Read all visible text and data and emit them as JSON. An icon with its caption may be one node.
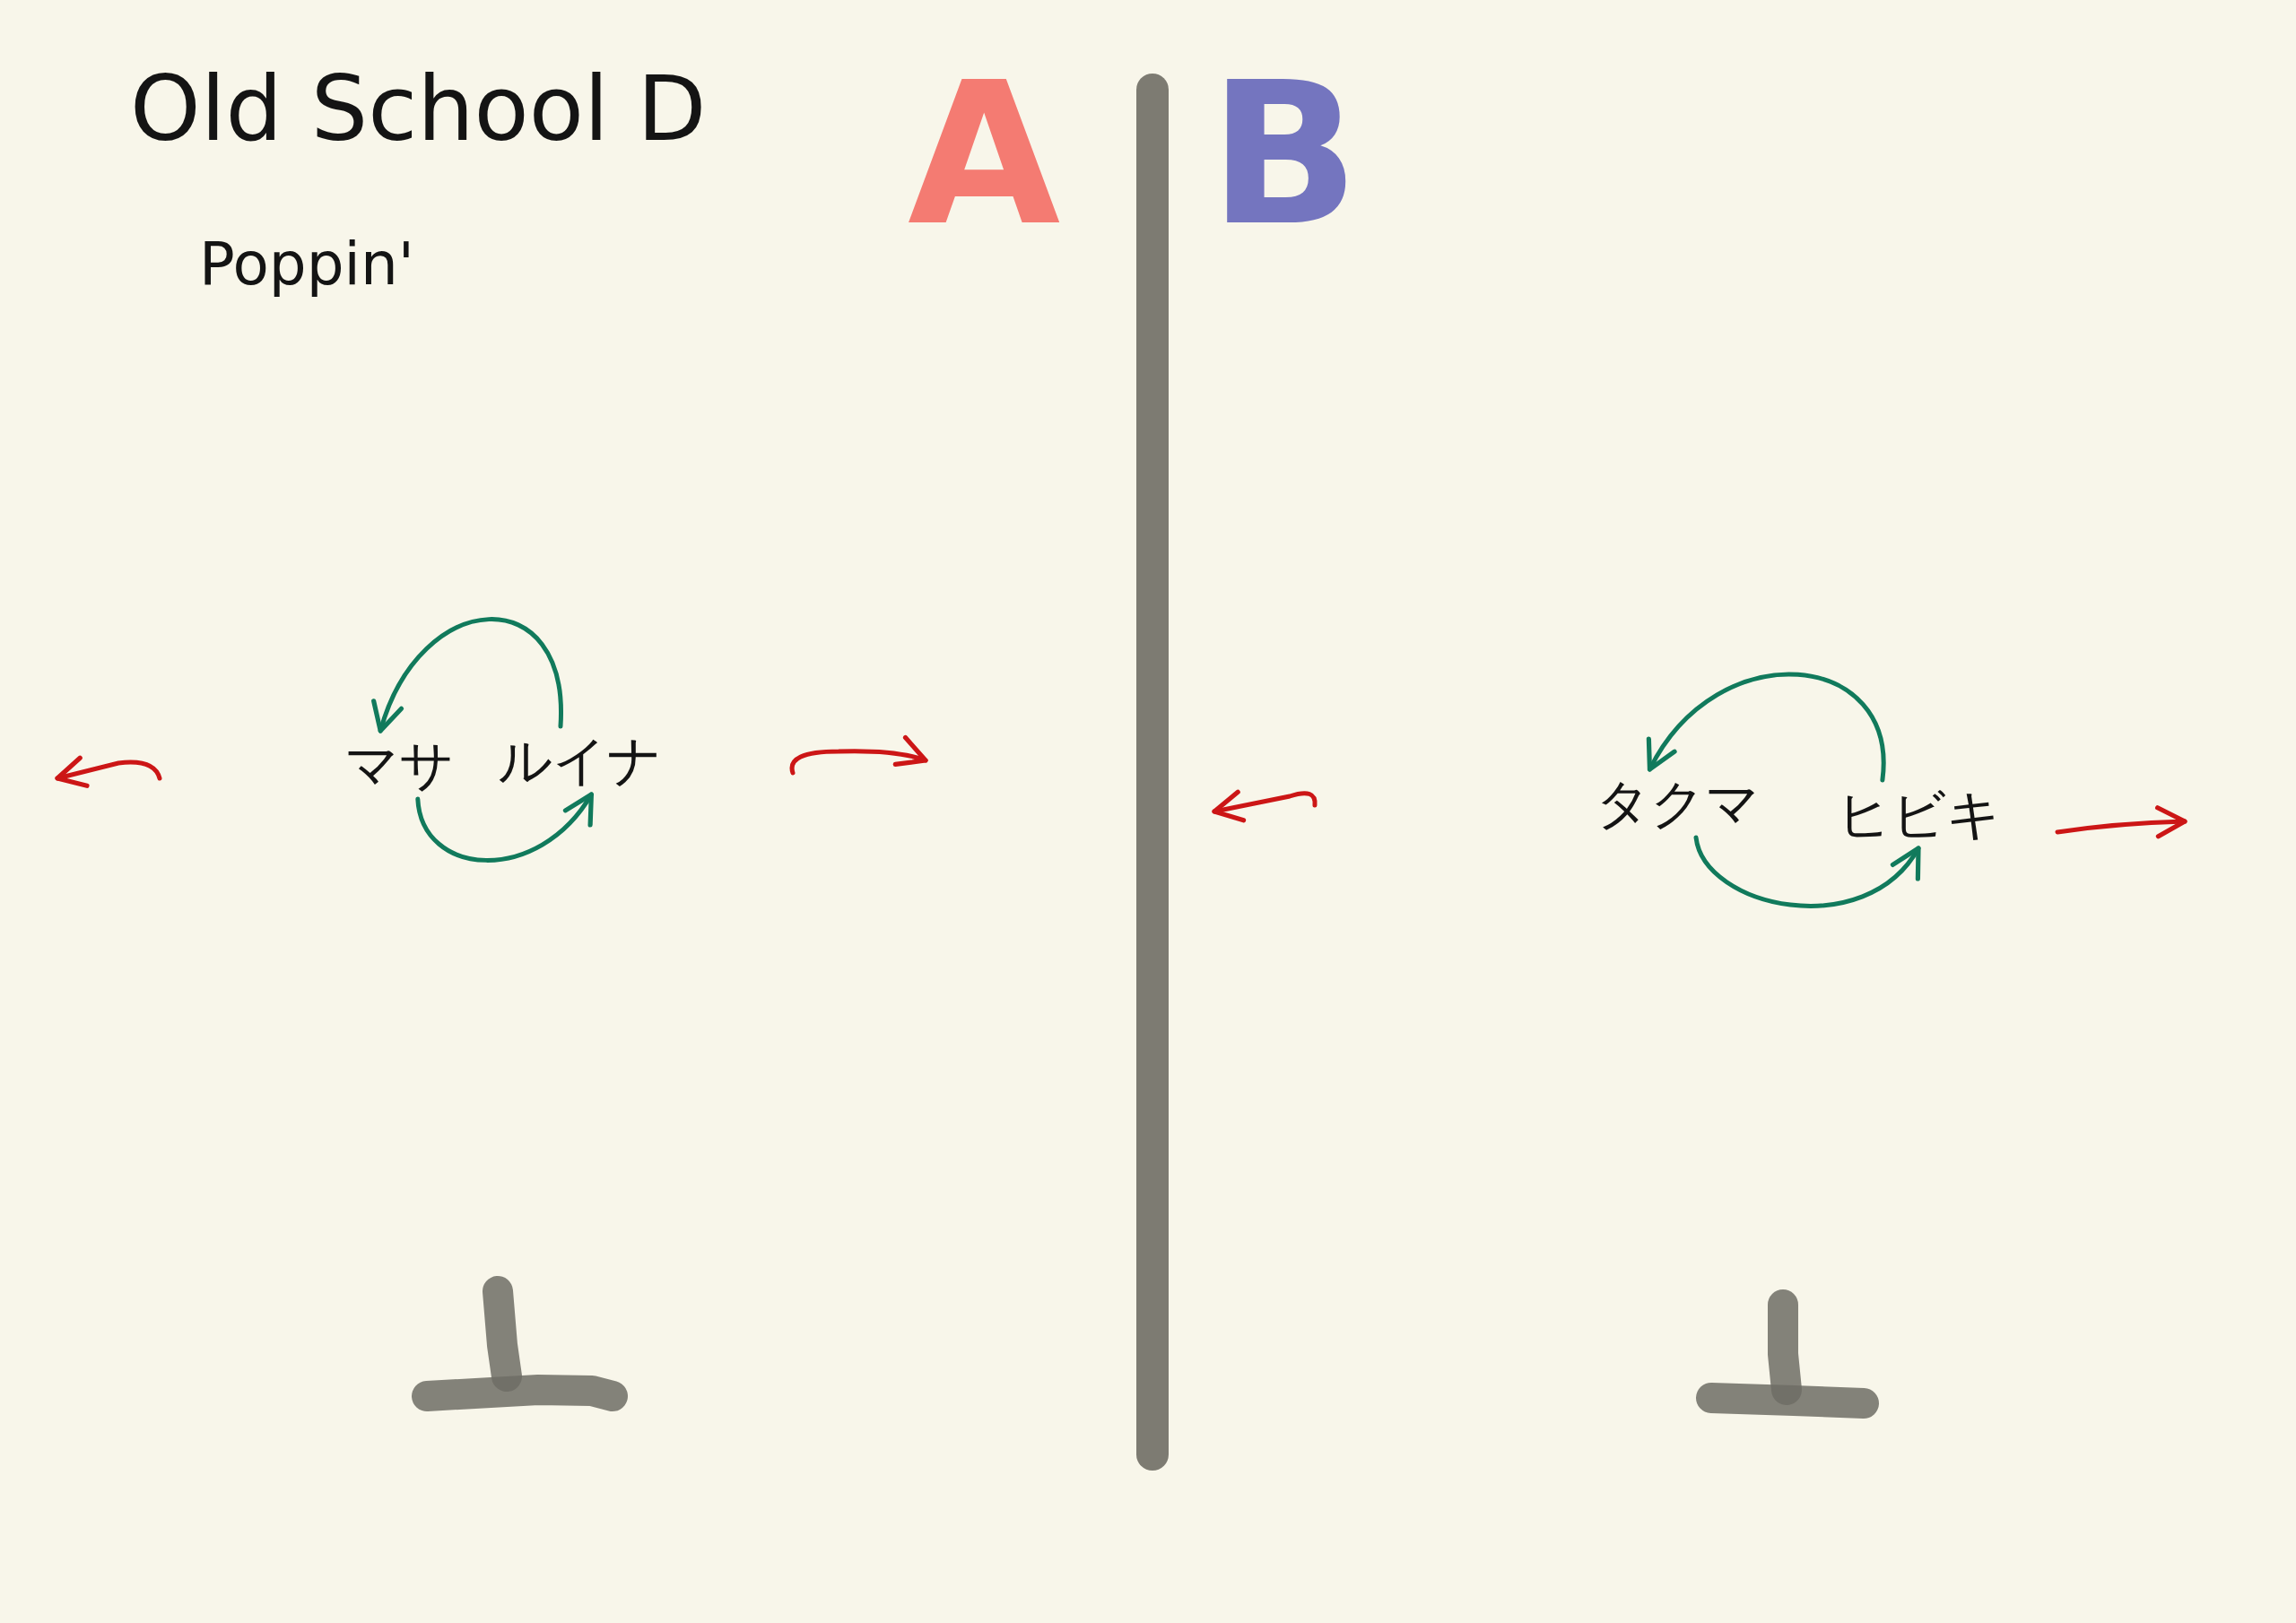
{
  "diagram": {
    "title": "Old School D",
    "nodes": [
      {
        "text": [
          "マサ"
        ]
      },
      {
        "text": [
          "ルイナ"
        ]
      },
      {
        "text": [
          "タクマ"
        ]
      },
      {
        "text": [
          "ヒビキ"
        ]
      }
    ],
    "edges": [
      {
        "from": 1,
        "to": 0,
        "arrow": "to"
      },
      {
        "from": 0,
        "to": 1,
        "arrow": "to"
      },
      {
        "from": 3,
        "to": 2,
        "arrow": "to"
      },
      {
        "from": 2,
        "to": 3,
        "arrow": "to"
      }
    ],
    "labels": [
      "Poppin'",
      "A",
      "B"
    ]
  }
}
